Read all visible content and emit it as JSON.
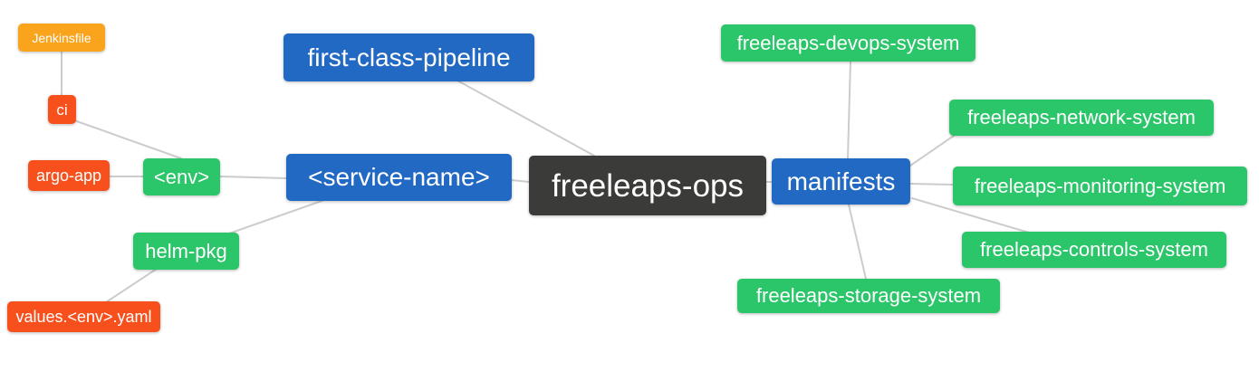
{
  "diagram": {
    "type": "mindmap",
    "root": "freeleaps-ops",
    "palette": {
      "blue": "#2269c3",
      "green": "#2bc56a",
      "orange": "#faa41e",
      "red": "#f8501d",
      "dark": "#3b3b39",
      "edge_line": "#cccccc",
      "node_text": "#ffffff",
      "background": "#ffffff"
    },
    "nodes": [
      {
        "id": "jenkinsfile",
        "label": "Jenkinsfile",
        "color": "orange"
      },
      {
        "id": "ci",
        "label": "ci",
        "color": "red"
      },
      {
        "id": "argo-app",
        "label": "argo-app",
        "color": "red"
      },
      {
        "id": "env",
        "label": "<env>",
        "color": "green"
      },
      {
        "id": "helm-pkg",
        "label": "helm-pkg",
        "color": "green"
      },
      {
        "id": "values-env-yaml",
        "label": "values.<env>.yaml",
        "color": "red"
      },
      {
        "id": "first-class-pipeline",
        "label": "first-class-pipeline",
        "color": "blue"
      },
      {
        "id": "service-name",
        "label": "<service-name>",
        "color": "blue"
      },
      {
        "id": "freeleaps-ops",
        "label": "freeleaps-ops",
        "color": "dark"
      },
      {
        "id": "manifests",
        "label": "manifests",
        "color": "blue"
      },
      {
        "id": "freeleaps-devops-system",
        "label": "freeleaps-devops-system",
        "color": "green"
      },
      {
        "id": "freeleaps-network-system",
        "label": "freeleaps-network-system",
        "color": "green"
      },
      {
        "id": "freeleaps-monitoring-system",
        "label": "freeleaps-monitoring-system",
        "color": "green"
      },
      {
        "id": "freeleaps-controls-system",
        "label": "freeleaps-controls-system",
        "color": "green"
      },
      {
        "id": "freeleaps-storage-system",
        "label": "freeleaps-storage-system",
        "color": "green"
      }
    ],
    "edges": [
      [
        "jenkinsfile",
        "ci"
      ],
      [
        "ci",
        "env"
      ],
      [
        "argo-app",
        "env"
      ],
      [
        "env",
        "service-name"
      ],
      [
        "service-name",
        "helm-pkg"
      ],
      [
        "helm-pkg",
        "values-env-yaml"
      ],
      [
        "first-class-pipeline",
        "freeleaps-ops"
      ],
      [
        "service-name",
        "freeleaps-ops"
      ],
      [
        "freeleaps-ops",
        "manifests"
      ],
      [
        "manifests",
        "freeleaps-devops-system"
      ],
      [
        "manifests",
        "freeleaps-network-system"
      ],
      [
        "manifests",
        "freeleaps-monitoring-system"
      ],
      [
        "manifests",
        "freeleaps-controls-system"
      ],
      [
        "manifests",
        "freeleaps-storage-system"
      ]
    ]
  }
}
